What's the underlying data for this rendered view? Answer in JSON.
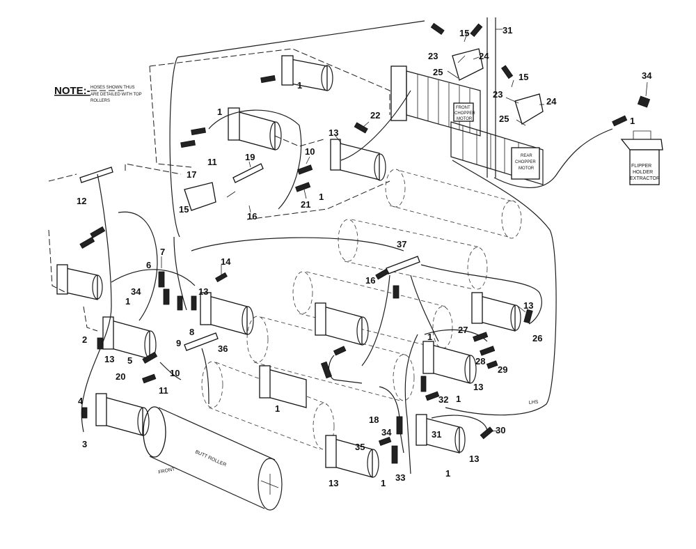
{
  "note": {
    "title": "NOTE:-",
    "lines": [
      "HOSES SHOWN THUS",
      "ARE DETAILED WITH TOP",
      "ROLLERS"
    ]
  },
  "part_labels": {
    "flipper_holder_extractor": [
      "FLIPPER",
      "HOLDER",
      "EXTRACTOR"
    ],
    "front_chopper_motor": [
      "FRONT",
      "CHOPPER",
      "MOTOR"
    ],
    "rear_chopper_motor": [
      "REAR",
      "CHOPPER",
      "MOTOR"
    ],
    "butt_roller": "BUTT ROLLER",
    "front": "FRONT",
    "lhs": "LHS"
  },
  "callouts": [
    {
      "id": "c31a",
      "text": "31"
    },
    {
      "id": "c15a",
      "text": "15"
    },
    {
      "id": "c23a",
      "text": "23"
    },
    {
      "id": "c24a",
      "text": "24"
    },
    {
      "id": "c25a",
      "text": "25"
    },
    {
      "id": "c15b",
      "text": "15"
    },
    {
      "id": "c23b",
      "text": "23"
    },
    {
      "id": "c24b",
      "text": "24"
    },
    {
      "id": "c25b",
      "text": "25"
    },
    {
      "id": "c34a",
      "text": "34"
    },
    {
      "id": "c1a",
      "text": "1"
    },
    {
      "id": "c1b",
      "text": "1"
    },
    {
      "id": "c1c",
      "text": "1"
    },
    {
      "id": "c11a",
      "text": "11"
    },
    {
      "id": "c22",
      "text": "22"
    },
    {
      "id": "c13a",
      "text": "13"
    },
    {
      "id": "c10a",
      "text": "10"
    },
    {
      "id": "c19",
      "text": "19"
    },
    {
      "id": "c17",
      "text": "17"
    },
    {
      "id": "c21",
      "text": "21"
    },
    {
      "id": "c1d",
      "text": "1"
    },
    {
      "id": "c15c",
      "text": "15"
    },
    {
      "id": "c16a",
      "text": "16"
    },
    {
      "id": "c12",
      "text": "12"
    },
    {
      "id": "c7",
      "text": "7"
    },
    {
      "id": "c6",
      "text": "6"
    },
    {
      "id": "c14",
      "text": "14"
    },
    {
      "id": "c34b",
      "text": "34"
    },
    {
      "id": "c13b",
      "text": "13"
    },
    {
      "id": "c1e",
      "text": "1"
    },
    {
      "id": "c2",
      "text": "2"
    },
    {
      "id": "c13c",
      "text": "13"
    },
    {
      "id": "c9",
      "text": "9"
    },
    {
      "id": "c8",
      "text": "8"
    },
    {
      "id": "c36",
      "text": "36"
    },
    {
      "id": "c5",
      "text": "5"
    },
    {
      "id": "c20",
      "text": "20"
    },
    {
      "id": "c10b",
      "text": "10"
    },
    {
      "id": "c11b",
      "text": "11"
    },
    {
      "id": "c4",
      "text": "4"
    },
    {
      "id": "c3",
      "text": "3"
    },
    {
      "id": "c37",
      "text": "37"
    },
    {
      "id": "c16b",
      "text": "16"
    },
    {
      "id": "c13d",
      "text": "13"
    },
    {
      "id": "c26",
      "text": "26"
    },
    {
      "id": "c27",
      "text": "27"
    },
    {
      "id": "c1f",
      "text": "1"
    },
    {
      "id": "c28",
      "text": "28"
    },
    {
      "id": "c29",
      "text": "29"
    },
    {
      "id": "c13e",
      "text": "13"
    },
    {
      "id": "c32",
      "text": "32"
    },
    {
      "id": "c1g",
      "text": "1"
    },
    {
      "id": "c18",
      "text": "18"
    },
    {
      "id": "c34c",
      "text": "34"
    },
    {
      "id": "c35",
      "text": "35"
    },
    {
      "id": "c30",
      "text": "30"
    },
    {
      "id": "c31b",
      "text": "31"
    },
    {
      "id": "c13f",
      "text": "13"
    },
    {
      "id": "c33",
      "text": "33"
    },
    {
      "id": "c1h",
      "text": "1"
    },
    {
      "id": "c13g",
      "text": "13"
    },
    {
      "id": "c1i",
      "text": "1"
    },
    {
      "id": "c1j",
      "text": "1"
    }
  ]
}
